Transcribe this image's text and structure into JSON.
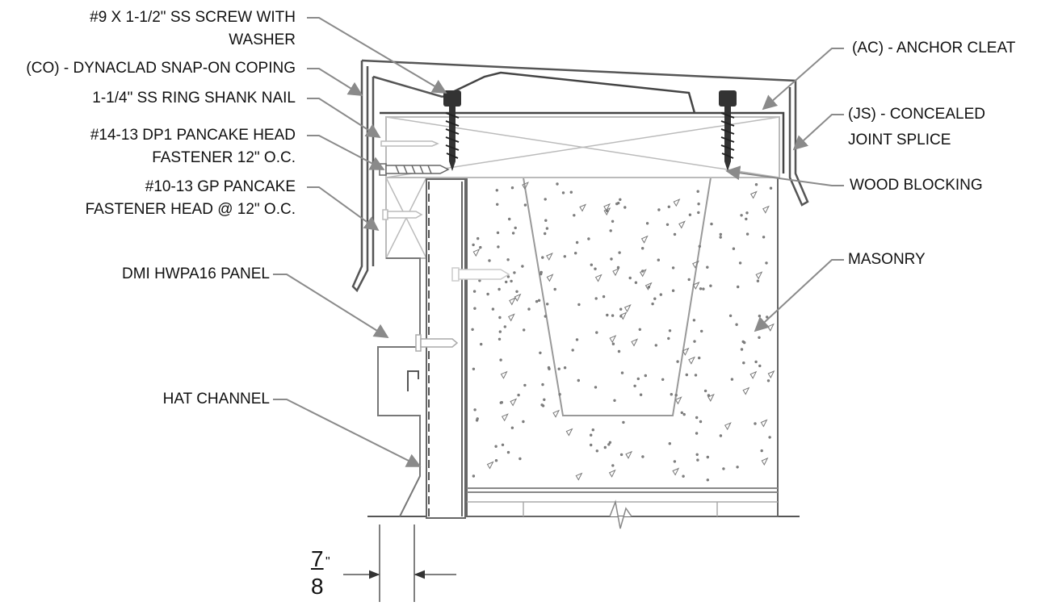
{
  "labels": {
    "screw": [
      "#9 X 1-1/2\" SS SCREW WITH",
      "WASHER"
    ],
    "coping": "(CO) - DYNACLAD SNAP-ON COPING",
    "nail": "1-1/4\" SS RING SHANK NAIL",
    "dp1": [
      "#14-13 DP1 PANCAKE HEAD",
      "FASTENER 12\" O.C."
    ],
    "gp": [
      "#10-13 GP PANCAKE",
      "FASTENER HEAD @ 12\" O.C."
    ],
    "panel": "DMI HWPA16 PANEL",
    "hat": "HAT CHANNEL",
    "cleat": "(AC) - ANCHOR CLEAT",
    "splice": [
      "(JS) - CONCEALED",
      "JOINT SPLICE"
    ],
    "blocking": "WOOD BLOCKING",
    "masonry": "MASONRY"
  },
  "dimension": {
    "numerator": "7",
    "denominator": "8",
    "unit": "\""
  }
}
